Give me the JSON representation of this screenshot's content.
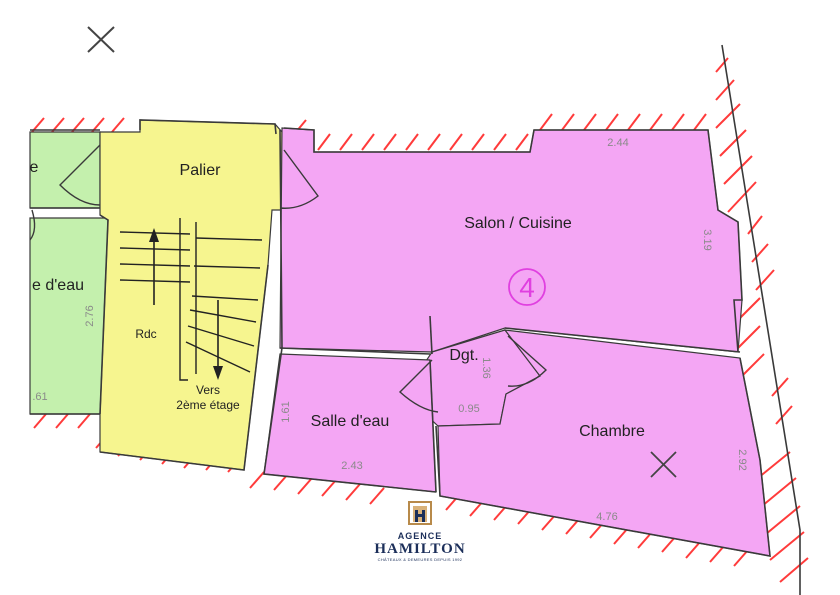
{
  "plan": {
    "unit_number": "4",
    "rooms": [
      {
        "id": "palier",
        "label": "Palier",
        "color": "#f6f58f"
      },
      {
        "id": "salon-cuisine",
        "label": "Salon / Cuisine",
        "color": "#f4a6f4"
      },
      {
        "id": "dgt",
        "label": "Dgt.",
        "color": "#f4a6f4"
      },
      {
        "id": "salle-d-eau",
        "label": "Salle d'eau",
        "color": "#f4a6f4"
      },
      {
        "id": "chambre",
        "label": "Chambre",
        "color": "#f4a6f4"
      },
      {
        "id": "left-salle-d-eau",
        "label": "e d'eau",
        "color": "#c4f0ad"
      },
      {
        "id": "left-top-room",
        "label": "e",
        "color": "#c4f0ad"
      }
    ],
    "stairs": {
      "up_label": "Rdc",
      "down_label_line1": "Vers",
      "down_label_line2": "2ème étage"
    },
    "dimensions": {
      "salon_top": "2.44",
      "salon_right": "3.19",
      "dgt_vertical": "1.36",
      "dgt_horizontal": "0.95",
      "salle_height": "1.61",
      "salle_width": "2.43",
      "chambre_right": "2.92",
      "chambre_bottom": "4.76",
      "left_height": "2.76",
      "left_bottom": ".61"
    },
    "colors": {
      "hatch": "#ff3b3b",
      "unit_circle": "#e040e0"
    }
  },
  "logo": {
    "agence": "AGENCE",
    "name": "HAMILTON",
    "tagline": "CHÂTEAUX & DEMEURES DEPUIS 1992"
  }
}
